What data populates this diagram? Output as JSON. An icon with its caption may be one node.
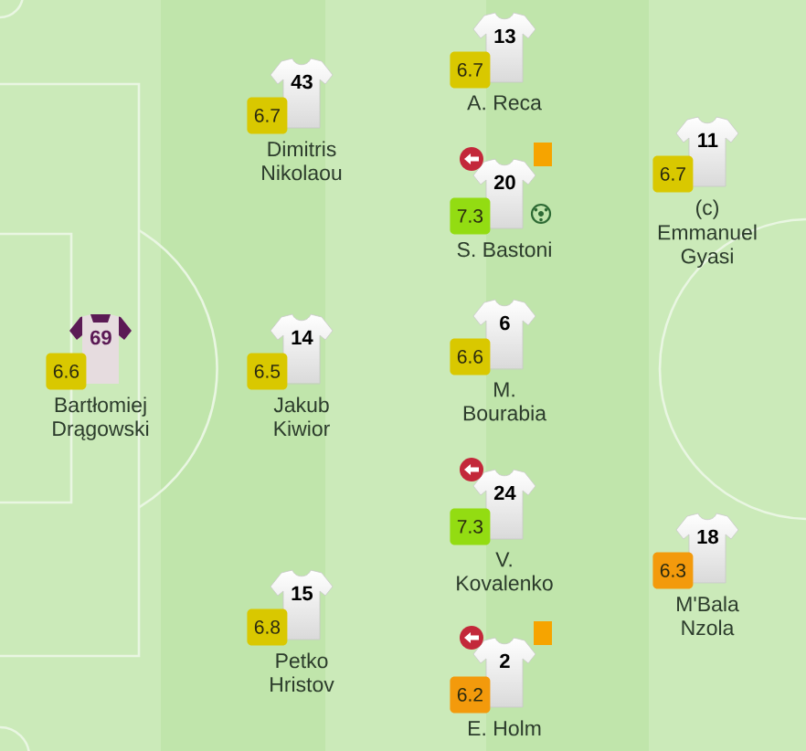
{
  "diagram": {
    "nodes": [
      {
        "text": [
          "69"
        ],
        "beside": [
          "Bartłomiej Drągowski"
        ]
      },
      {
        "text": [
          "6.6"
        ]
      },
      {
        "text": [
          "43"
        ],
        "beside": [
          "Dimitris Nikolaou"
        ]
      },
      {
        "text": [
          "6.7"
        ]
      },
      {
        "text": [
          "14"
        ],
        "beside": [
          "Jakub Kiwior"
        ]
      },
      {
        "text": [
          "6.5"
        ]
      },
      {
        "text": [
          "15"
        ],
        "beside": [
          "Petko Hristov"
        ]
      },
      {
        "text": [
          "6.8"
        ]
      },
      {
        "text": [
          "13"
        ],
        "beside": [
          "A. Reca"
        ]
      },
      {
        "text": [
          "6.7"
        ]
      },
      {
        "text": [
          "20"
        ],
        "beside": [
          "S. Bastoni"
        ]
      },
      {
        "text": [
          "7.3"
        ]
      },
      {
        "text": [
          "6"
        ],
        "beside": [
          "M. Bourabia"
        ]
      },
      {
        "text": [
          "6.6"
        ]
      },
      {
        "text": [
          "24"
        ],
        "beside": [
          "V. Kovalenko"
        ]
      },
      {
        "text": [
          "7.3"
        ]
      },
      {
        "text": [
          "2"
        ],
        "beside": [
          "E. Holm"
        ]
      },
      {
        "text": [
          "6.2"
        ]
      },
      {
        "text": [
          "11"
        ],
        "beside": [
          "(c)",
          "Emmanuel Gyasi"
        ]
      },
      {
        "text": [
          "6.7"
        ]
      },
      {
        "text": [
          "18"
        ],
        "beside": [
          "M'Bala Nzola"
        ]
      },
      {
        "text": [
          "6.3"
        ]
      }
    ]
  }
}
